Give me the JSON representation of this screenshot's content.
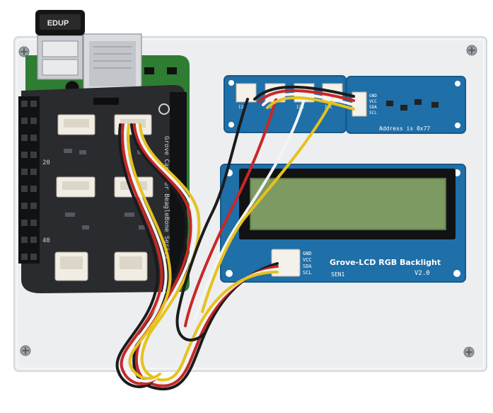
{
  "colors": {
    "acrylic": "#eceef0",
    "acrylic_edge": "#c9cdd1",
    "grove_blue": "#1f6fa8",
    "grove_blue_dark": "#175a8c",
    "cape_black": "#2a2b2e",
    "beaglebone_green": "#2e7d32",
    "lcd_screen": "#7d9a63",
    "wire_yellow": "#e6c21e",
    "wire_white": "#f4f4f4",
    "wire_red": "#c62828",
    "wire_black": "#1b1b1b"
  },
  "rj45": {
    "brand": "EDUP"
  },
  "i2c_hub": {
    "ports": [
      "I2C",
      "I2C",
      "I2C",
      "I2C"
    ]
  },
  "rgb_module": {
    "pins": [
      "GND",
      "VCC",
      "SDA",
      "SCL"
    ],
    "address_label": "Address is 0x77"
  },
  "lcd_module": {
    "title": "Grove-LCD RGB Backlight",
    "version": "V2.0",
    "pins": [
      "GND",
      "VCC",
      "SDA",
      "SCL"
    ],
    "mark": "SEN1"
  },
  "cape": {
    "label_vertical": "Grove Cape for BeagleBone Series",
    "header_marks": [
      "20",
      "40"
    ]
  }
}
